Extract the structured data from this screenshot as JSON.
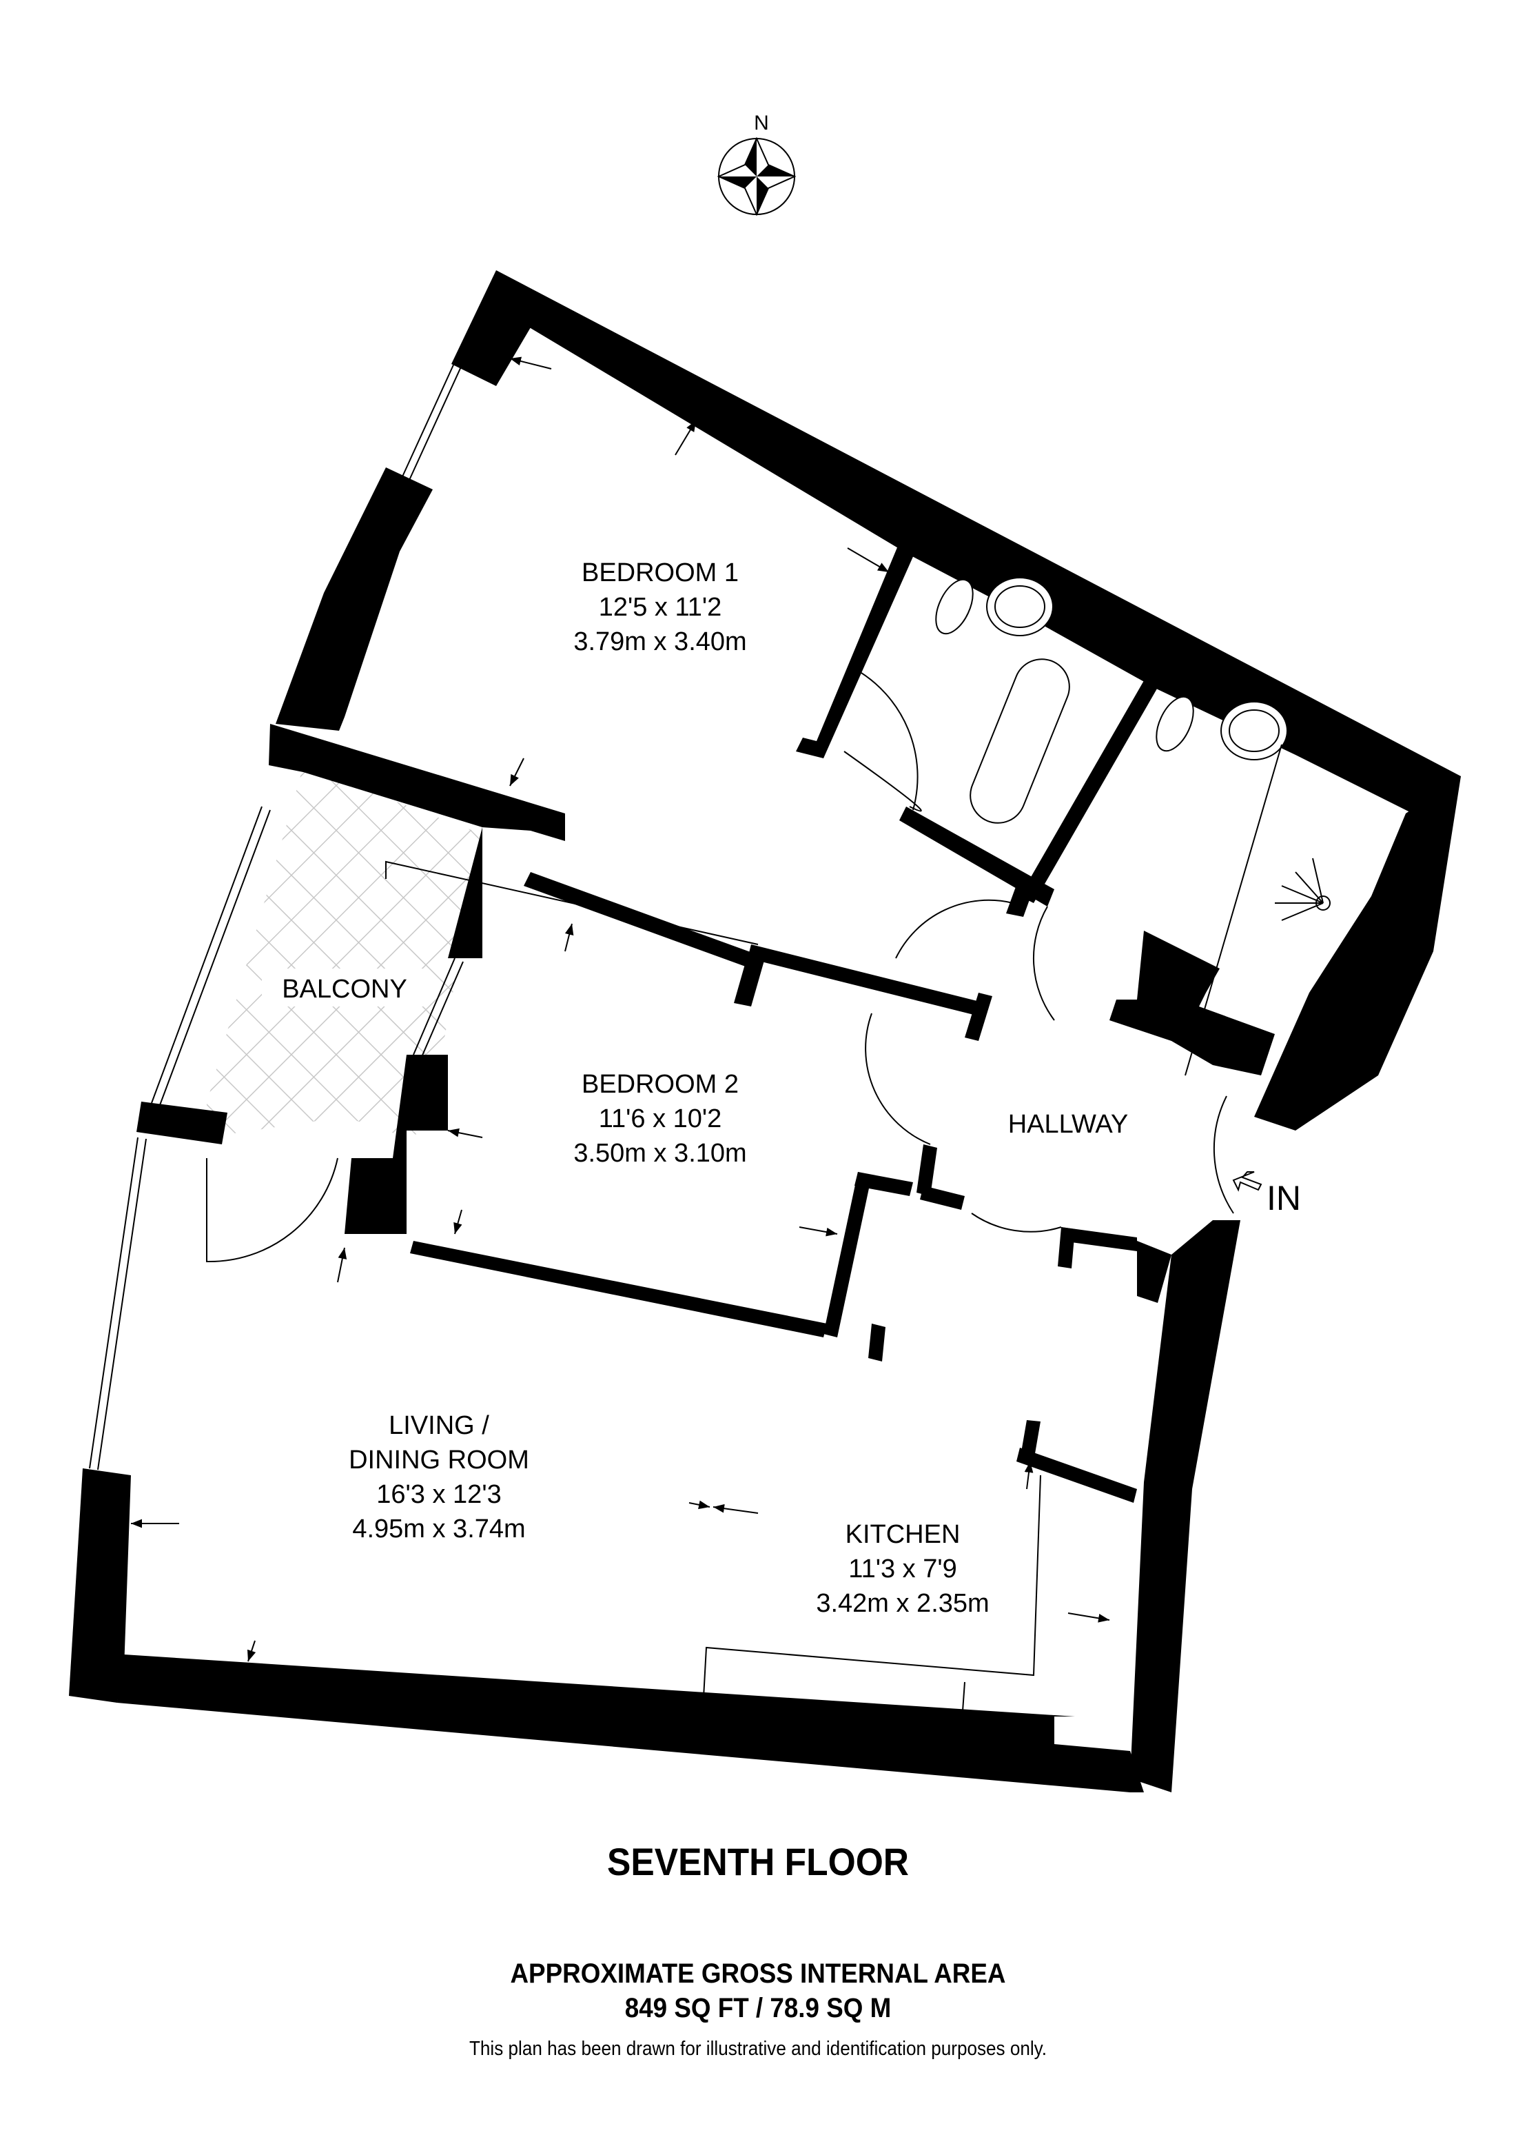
{
  "compass": {
    "north_label": "N",
    "icon": "compass-rose-icon"
  },
  "rooms": {
    "bedroom1": {
      "name": "BEDROOM 1",
      "imperial": "12'5 x 11'2",
      "metric": "3.79m x 3.40m"
    },
    "bedroom2": {
      "name": "BEDROOM 2",
      "imperial": "11'6 x 10'2",
      "metric": "3.50m x 3.10m"
    },
    "living": {
      "name_line1": "LIVING /",
      "name_line2": "DINING ROOM",
      "imperial": "16'3 x 12'3",
      "metric": "4.95m x 3.74m"
    },
    "kitchen": {
      "name": "KITCHEN",
      "imperial": "11'3 x 7'9",
      "metric": "3.42m x 2.35m"
    },
    "hallway": {
      "name": "HALLWAY"
    },
    "balcony": {
      "name": "BALCONY"
    }
  },
  "entrance": {
    "label": "IN",
    "icon": "entry-arrow-icon"
  },
  "footer": {
    "floor": "SEVENTH FLOOR",
    "area_title": "APPROXIMATE GROSS INTERNAL AREA",
    "area_value": "849 SQ FT / 78.9 SQ M",
    "disclaimer": "This plan has been drawn for illustrative and identification purposes only."
  },
  "colors": {
    "wall": "#000000",
    "background": "#ffffff",
    "balcony_hatch": "#c8c8c8"
  }
}
